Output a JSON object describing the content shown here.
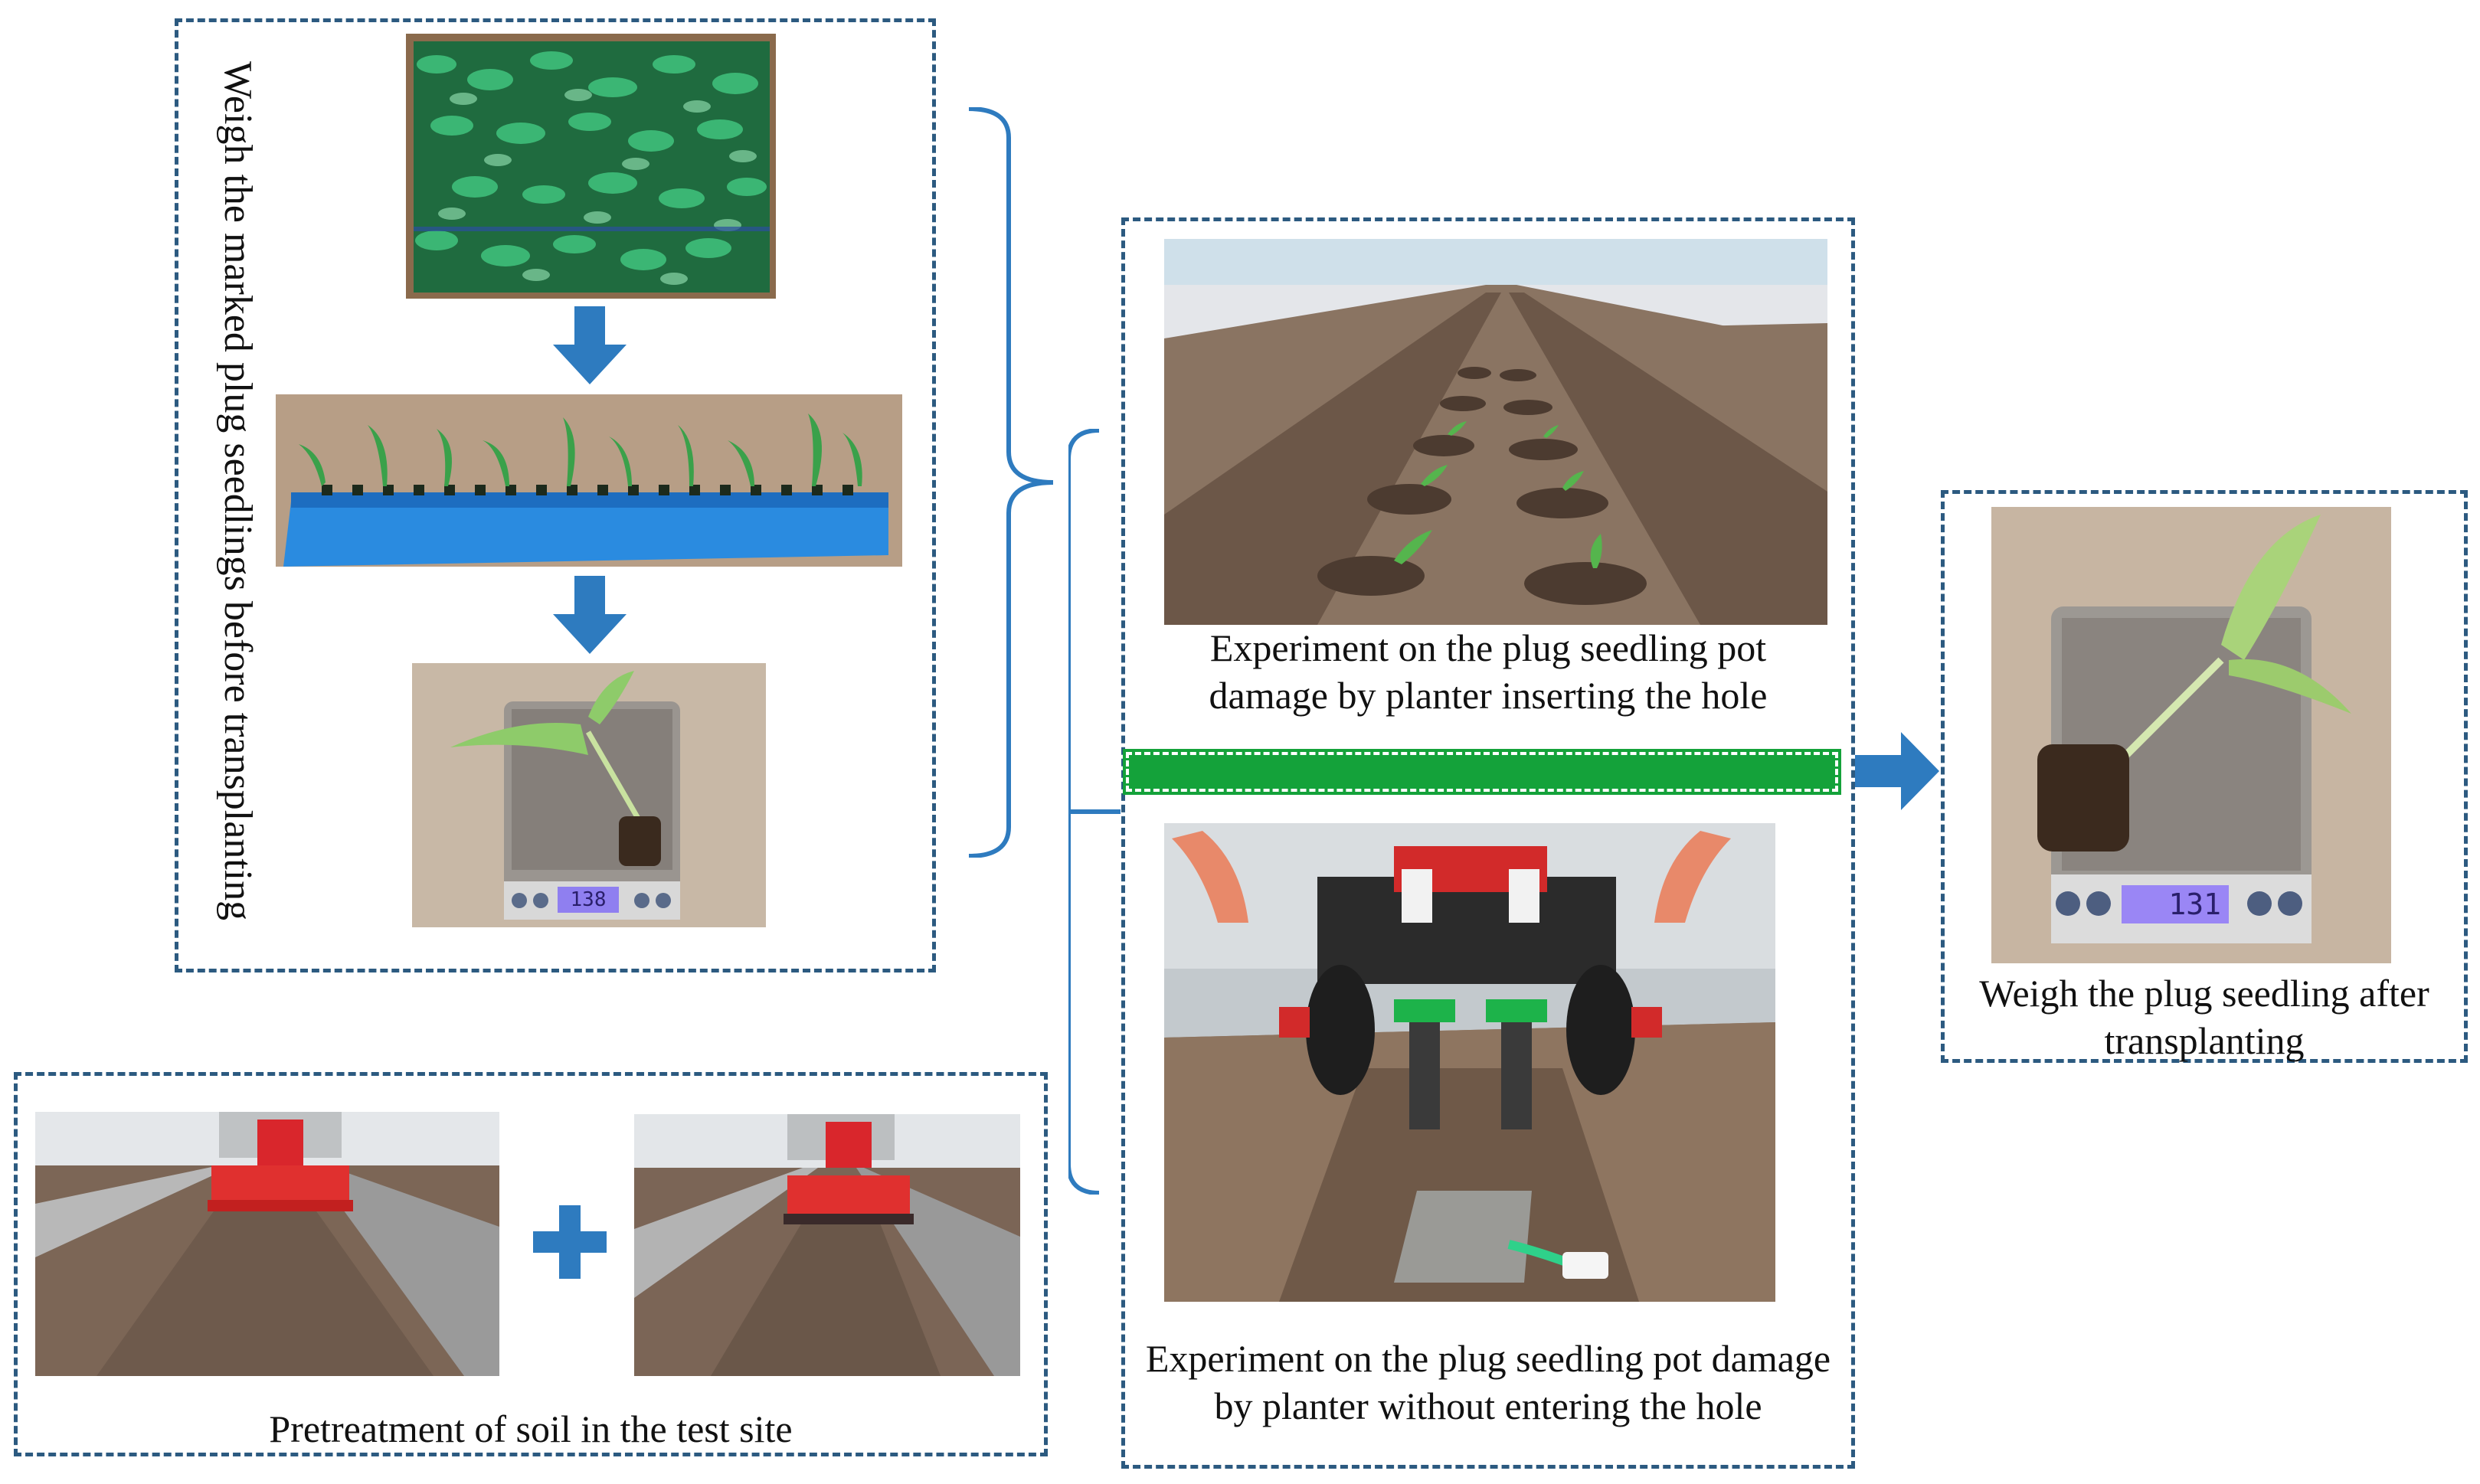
{
  "labels": {
    "weigh_before": "Weigh the marked plug seedlings before transplanting",
    "exp_inserting": [
      "Experiment on the plug seedling pot",
      "damage by planter inserting the hole"
    ],
    "exp_without": [
      "Experiment on the plug seedling pot damage",
      "by planter without entering the hole"
    ],
    "weigh_after": [
      "Weigh the plug seedling after",
      "transplanting"
    ],
    "pretreatment": "Pretreatment of soil in the test site"
  },
  "scale_readouts": {
    "before": "138",
    "after": "131"
  },
  "colors": {
    "border": "#2c5a80",
    "arrow": "#2e7bbf",
    "divider": "#14a23a",
    "plus": "#2e7bbf"
  },
  "icons": [
    "arrow-down-icon",
    "arrow-right-icon",
    "plus-icon",
    "bracket-icon"
  ]
}
